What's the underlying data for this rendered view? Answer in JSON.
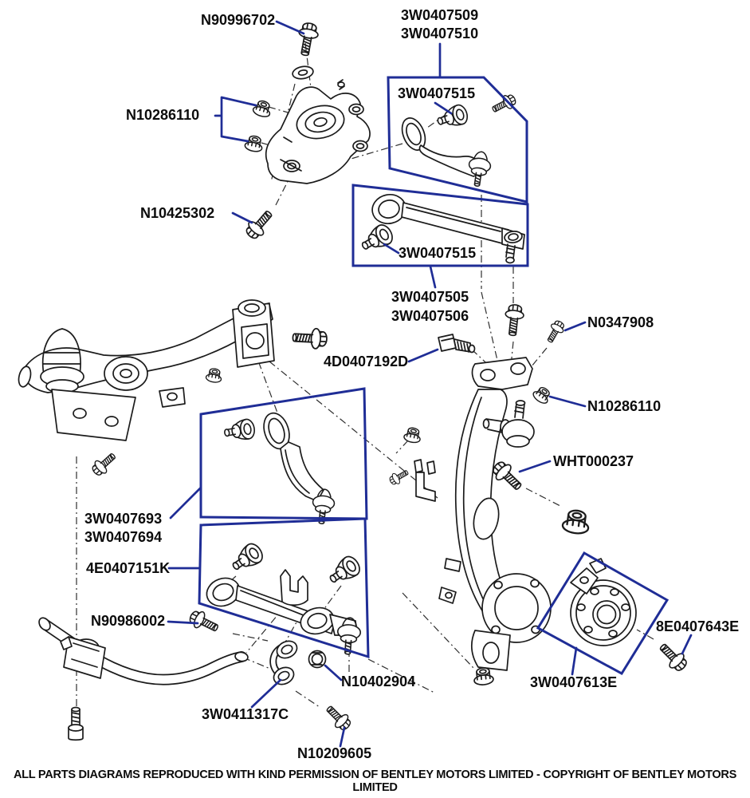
{
  "diagram": {
    "title_context": "front suspension exploded parts diagram",
    "footer": "ALL PARTS DIAGRAMS REPRODUCED WITH KIND PERMISSION OF BENTLEY MOTORS LIMITED - COPYRIGHT OF BENTLEY MOTORS LIMITED",
    "colors": {
      "callout_blue": "#1f2d96",
      "line_black": "#1b1b1b",
      "background": "#ffffff"
    },
    "labels": {
      "n90996702": "N90996702",
      "p3w0407509": "3W0407509",
      "p3w0407510": "3W0407510",
      "p3w0407515_top": "3W0407515",
      "n10286110_left": "N10286110",
      "n10425302": "N10425302",
      "p3w0407515_mid": "3W0407515",
      "p3w0407505": "3W0407505",
      "p3w0407506": "3W0407506",
      "n0347908": "N0347908",
      "p4d0407192d": "4D0407192D",
      "n10286110_right": "N10286110",
      "wht000237": "WHT000237",
      "p3w0407693": "3W0407693",
      "p3w0407694": "3W0407694",
      "p4e0407151k": "4E0407151K",
      "n90986002": "N90986002",
      "p8e0407643e": "8E0407643E",
      "p3w0407613e": "3W0407613E",
      "n10402904": "N10402904",
      "p3w0411317c": "3W0411317C",
      "n10209605": "N10209605"
    }
  }
}
